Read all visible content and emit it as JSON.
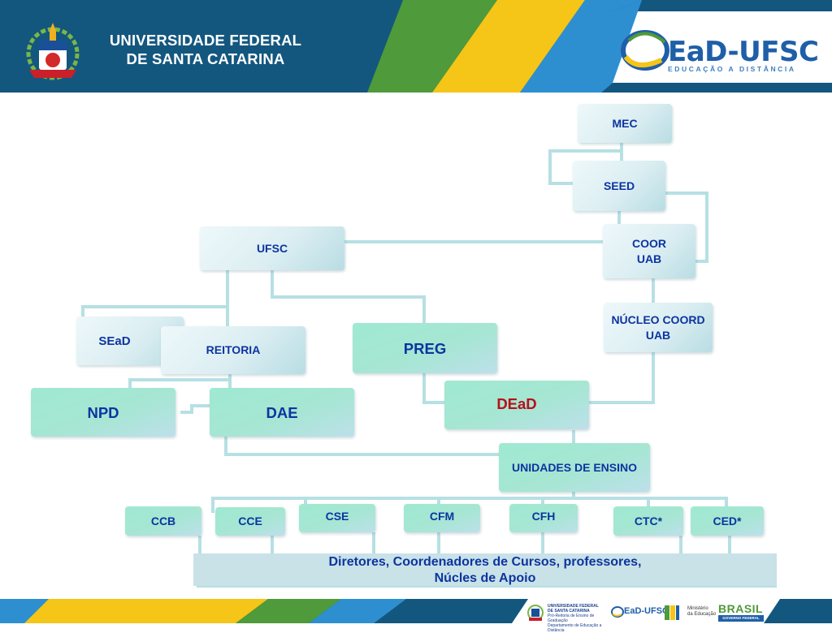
{
  "header": {
    "university_line1": "UNIVERSIDADE FEDERAL",
    "university_line2": "DE SANTA CATARINA",
    "ead_logo_main": "EaD-UFSC",
    "ead_logo_sub": "EDUCAÇÃO A DISTÂNCIA"
  },
  "diagram": {
    "mec": "MEC",
    "seed": "SEED",
    "coor_uab_1": "COOR",
    "coor_uab_2": "UAB",
    "nucleo_1": "NÚCLEO COORD",
    "nucleo_2": "UAB",
    "ufsc": "UFSC",
    "sead": "SEaD",
    "reitoria": "REITORIA",
    "preg": "PREG",
    "npd": "NPD",
    "dae": "DAE",
    "dead": "DEaD",
    "unidades": "UNIDADES DE ENSINO",
    "ccb": "CCB",
    "cce": "CCE",
    "cse": "CSE",
    "cfm": "CFM",
    "cfh": "CFH",
    "ctc": "CTC*",
    "ced": "CED*",
    "bottom_line1": "Diretores,  Coordenadores de Cursos, professores,",
    "bottom_line2": "Núcles de Apoio"
  },
  "footer": {
    "ufsc_1": "UNIVERSIDADE FEDERAL",
    "ufsc_2": "DE SANTA CATARINA",
    "ufsc_3": "Pró-Reitoria de Ensino de Graduação",
    "ufsc_4": "Departamento de Educação a Distância",
    "ead": "EaD-UFSC",
    "ministerio_1": "Ministério",
    "ministerio_2": "da Educação",
    "brasil": "BRASIL",
    "governo": "GOVERNO FEDERAL"
  },
  "colors": {
    "header_blue": "#13577f",
    "stripe_green": "#4f9a3a",
    "stripe_yellow": "#f5c518",
    "stripe_lightblue": "#2d8fd0",
    "node_text": "#0d34a0",
    "dead_red": "#b8101a",
    "connector": "#b6e0e4"
  }
}
